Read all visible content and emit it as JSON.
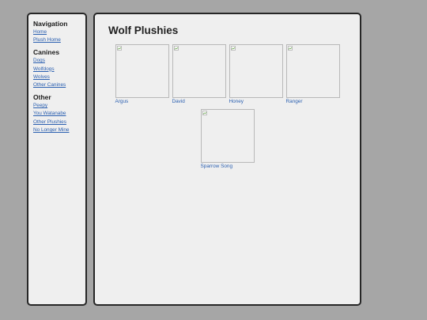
{
  "sidebar": {
    "groups": [
      {
        "heading": "Navigation",
        "links": [
          "Home",
          "Plush Home"
        ]
      },
      {
        "heading": "Canines",
        "links": [
          "Dogs",
          "Wolfdogs",
          "Wolves",
          "Other Canines"
        ]
      },
      {
        "heading": "Other",
        "links": [
          "Peepy",
          "You Watanabe",
          "Other Plushies",
          "No Longer Mine"
        ]
      }
    ]
  },
  "main": {
    "title": "Wolf Plushies",
    "gallery": [
      {
        "name": "Argus",
        "image_icon": "broken-image-icon"
      },
      {
        "name": "David",
        "image_icon": "broken-image-icon"
      },
      {
        "name": "Honey",
        "image_icon": "broken-image-icon"
      },
      {
        "name": "Ranger",
        "image_icon": "broken-image-icon"
      },
      {
        "name": "Sparrow Song",
        "image_icon": "broken-image-icon"
      }
    ]
  },
  "colors": {
    "page_background": "#a6a6a6",
    "panel_background": "#efefef",
    "panel_border": "#262626",
    "link": "#2a5fb0",
    "heading": "#1a1a1a"
  }
}
